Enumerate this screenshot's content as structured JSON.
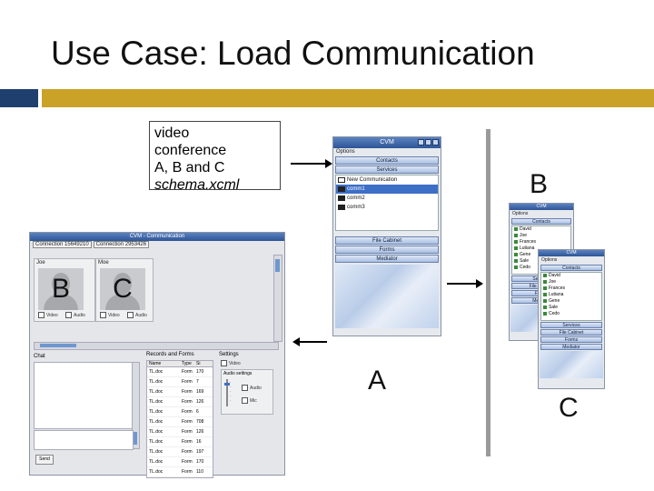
{
  "slide": {
    "title": "Use Case: Load Communication",
    "note_lines": [
      "video",
      "conference",
      "A, B and C",
      "schema.xcml"
    ],
    "labels": {
      "b_top": "B",
      "a": "A",
      "c": "C"
    }
  },
  "main_window": {
    "title": "CVM",
    "menu": "Options",
    "top_buttons": [
      "Contacts",
      "Services"
    ],
    "list": [
      "New Communication",
      "comm1",
      "comm2",
      "comm3"
    ],
    "bottom_buttons": [
      "File Cabinet",
      "Forms",
      "Mediator"
    ]
  },
  "window_b": {
    "title": "CVM",
    "menu": "Options",
    "header": "Contacts",
    "contacts": [
      "David",
      "Joe",
      "Frances",
      "Lutiana",
      "Gene",
      "Sale",
      "Cedo"
    ],
    "buttons": [
      "Services",
      "File Cabinet",
      "Forms",
      "Mediator"
    ]
  },
  "window_c": {
    "title": "CVM",
    "menu": "Options",
    "header": "Contacts",
    "contacts": [
      "David",
      "Joe",
      "Frances",
      "Lutiana",
      "Gene",
      "Sale",
      "Cedo"
    ],
    "buttons": [
      "Services",
      "File Cabinet",
      "Forms",
      "Mediator"
    ]
  },
  "client_window": {
    "title": "CVM - Communication",
    "tabs": [
      "Connection 15649210",
      "Connection 2953426"
    ],
    "participants": [
      {
        "label": "Joe",
        "letter": "B",
        "video": "Video",
        "audio": "Audio"
      },
      {
        "label": "Moe",
        "letter": "C",
        "video": "Video",
        "audio": "Audio"
      }
    ],
    "chat_label": "Chat",
    "send_label": "Send",
    "records_label": "Records and Forms",
    "table_headers": [
      "Name",
      "Type",
      "Si"
    ],
    "table_rows": [
      [
        "TL.doc",
        "Form",
        "170"
      ],
      [
        "TL.doc",
        "Form",
        "7"
      ],
      [
        "TL.doc",
        "Form",
        "169"
      ],
      [
        "TL.doc",
        "Form",
        "126"
      ],
      [
        "TL.doc",
        "Form",
        "6"
      ],
      [
        "TL.doc",
        "Form",
        "708"
      ],
      [
        "TL.doc",
        "Form",
        "126"
      ],
      [
        "TL.doc",
        "Form",
        "16"
      ],
      [
        "TL.doc",
        "Form",
        "197"
      ],
      [
        "TL.doc",
        "Form",
        "170"
      ],
      [
        "TL.doc",
        "Form",
        "110"
      ]
    ],
    "settings_label": "Settings",
    "settings_video": "Video",
    "audio_settings_label": "Audio settings",
    "audio_checkbox": "Audio",
    "mic_checkbox": "Mic"
  },
  "colors": {
    "accent_navy": "#1f3f6e",
    "accent_gold": "#c9a227"
  }
}
